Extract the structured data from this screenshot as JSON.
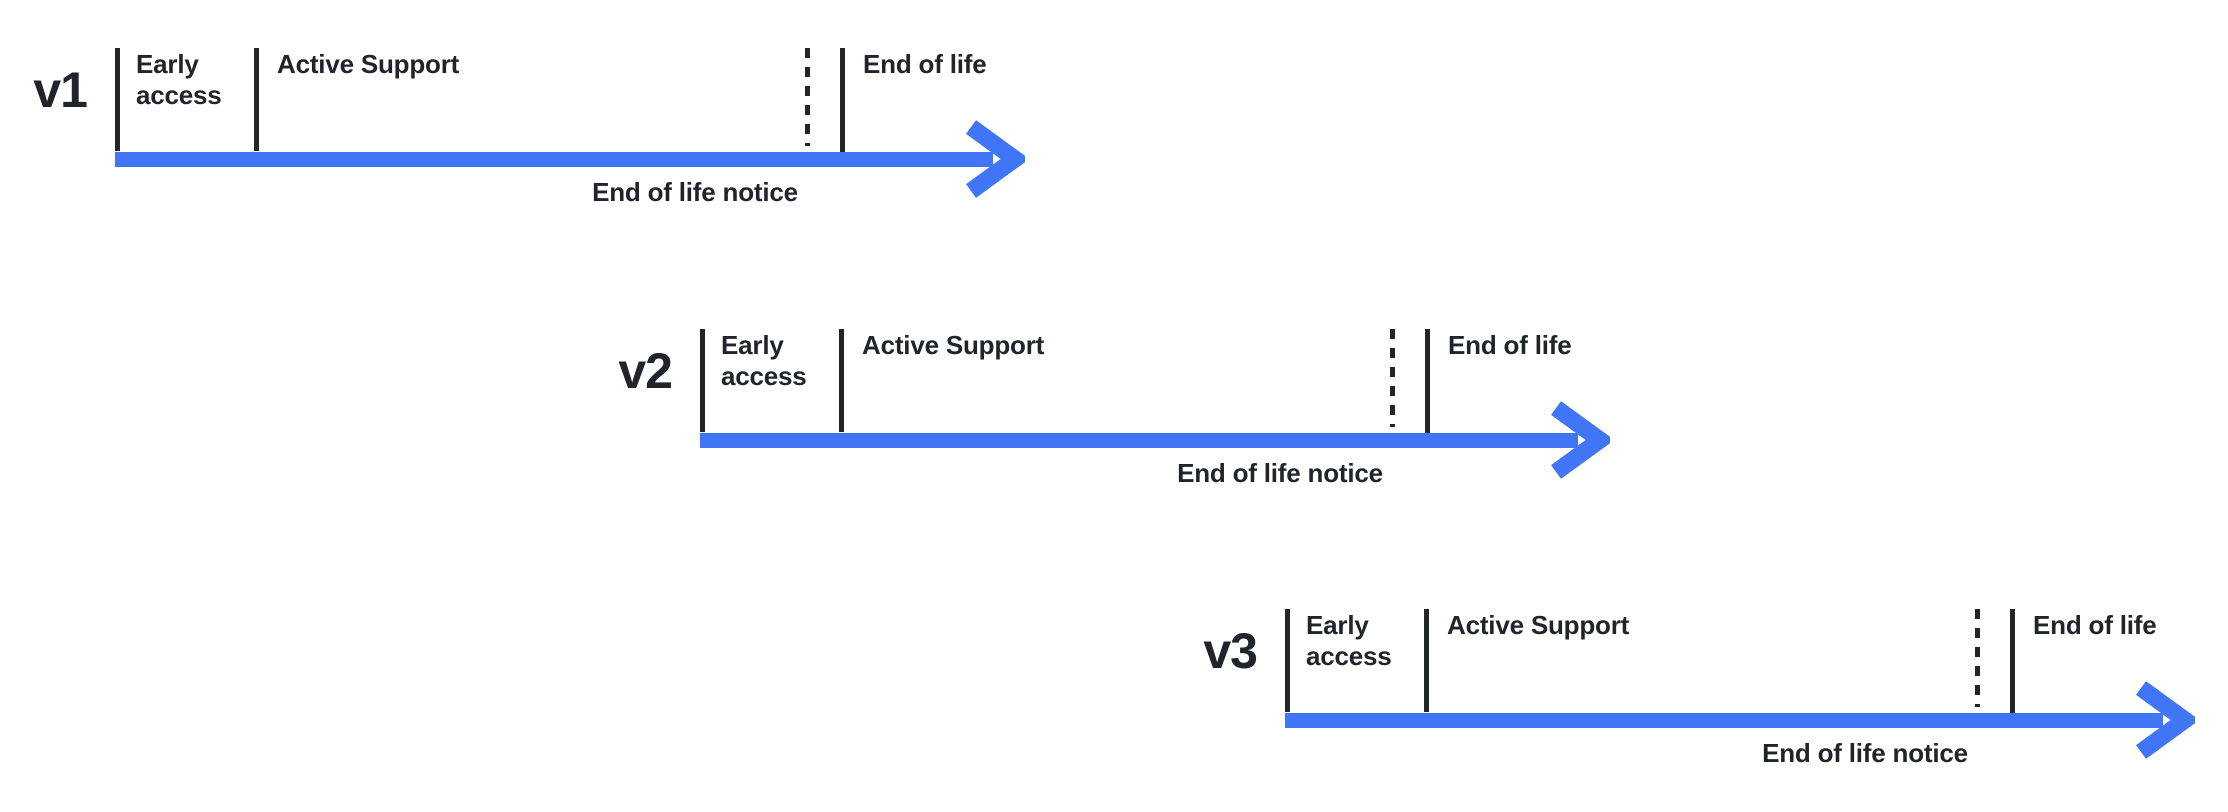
{
  "diagram": {
    "description": "Version lifecycle timelines",
    "colors": {
      "arrow_blue": "#4076F5",
      "text_dark": "#21252B",
      "tick_black": "#222428",
      "background": "#FFFFFF"
    },
    "timelines": [
      {
        "version": "v1",
        "labels": {
          "early_access": "Early\naccess",
          "active_support": "Active Support",
          "end_of_life": "End of life",
          "eol_notice": "End of life notice"
        }
      },
      {
        "version": "v2",
        "labels": {
          "early_access": "Early\naccess",
          "active_support": "Active Support",
          "end_of_life": "End of life",
          "eol_notice": "End of life notice"
        }
      },
      {
        "version": "v3",
        "labels": {
          "early_access": "Early\naccess",
          "active_support": "Active Support",
          "end_of_life": "End of life",
          "eol_notice": "End of life notice"
        }
      }
    ]
  }
}
